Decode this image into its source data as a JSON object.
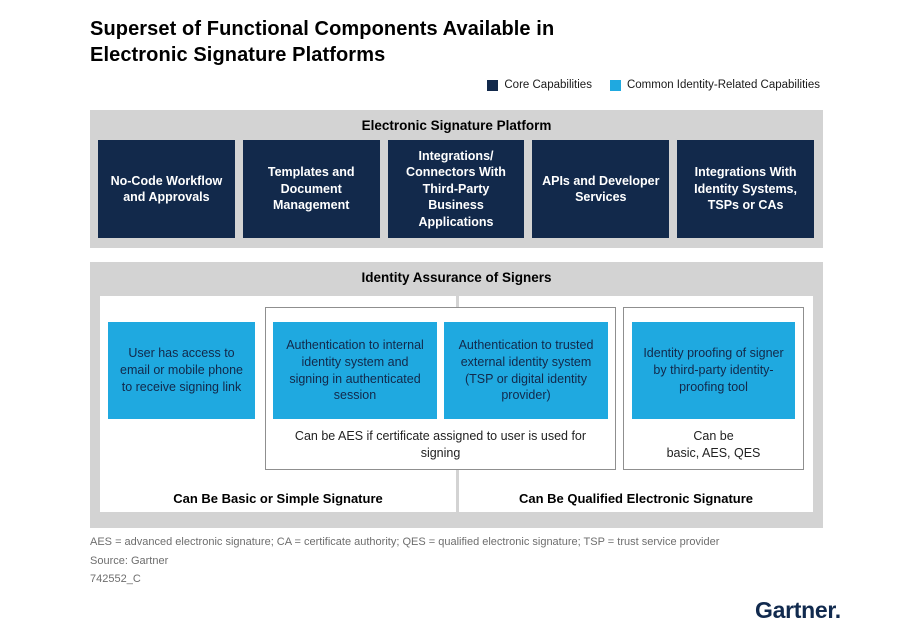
{
  "title": {
    "line1": "Superset of Functional Components Available in",
    "line2": "Electronic Signature Platforms"
  },
  "legend": {
    "core_label": "Core Capabilities",
    "identity_label": "Common Identity-Related Capabilities"
  },
  "colors": {
    "core_navy": "#12294b",
    "identity_blue": "#1fa9e0",
    "section_gray": "#d3d3d3",
    "logo_navy": "#112a4e"
  },
  "platform": {
    "header": "Electronic Signature Platform",
    "boxes": [
      {
        "label": "No-Code Workflow and Approvals"
      },
      {
        "label": "Templates and Document Management"
      },
      {
        "label": "Integrations/ Connectors With Third-Party Business Applications"
      },
      {
        "label": "APIs and Developer Services"
      },
      {
        "label": "Integrations With Identity Systems, TSPs or CAs"
      }
    ]
  },
  "identity": {
    "header": "Identity Assurance of Signers",
    "left_box": "User has access to email or mobile phone to receive signing link",
    "mid_group": {
      "box1": "Authentication to internal identity system and signing in authenticated session",
      "box2": "Authentication to trusted external identity system (TSP or digital identity provider)",
      "caption": "Can be AES if certificate assigned to user is used for signing"
    },
    "right_group": {
      "box": "Identity proofing of signer by third-party identity-proofing tool",
      "caption_line1": "Can be",
      "caption_line2": "basic, AES, QES"
    },
    "left_footer": "Can Be Basic or Simple Signature",
    "right_footer": "Can Be Qualified Electronic Signature"
  },
  "footnote": "AES = advanced electronic signature; CA = certificate authority; QES = qualified electronic signature; TSP = trust service provider",
  "source": "Source: Gartner",
  "doc_id": "742552_C",
  "logo": "Gartner."
}
